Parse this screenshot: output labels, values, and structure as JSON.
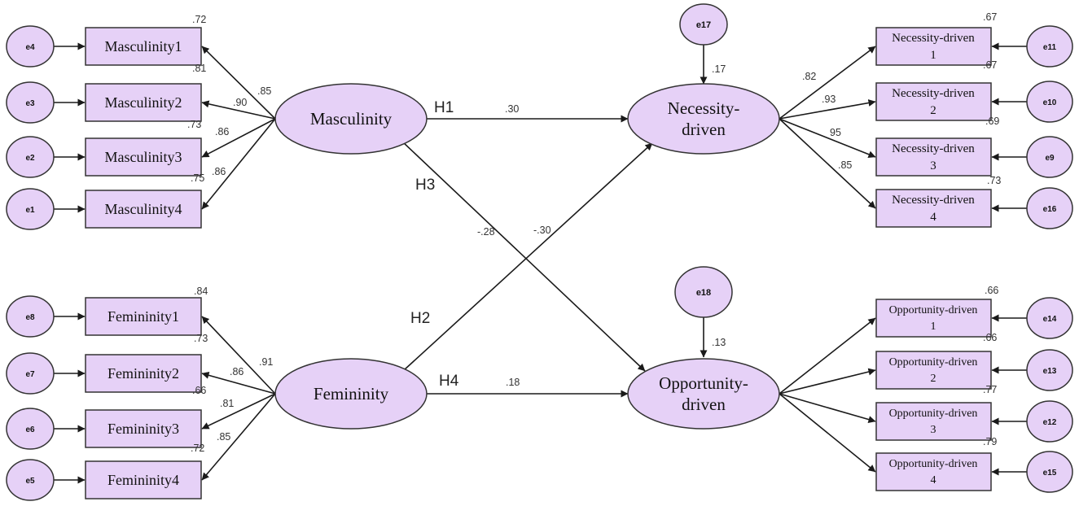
{
  "latents": {
    "masculinity": "Masculinity",
    "femininity": "Femininity",
    "necessity": [
      "Necessity-",
      "driven"
    ],
    "opportunity": [
      "Opportunity-",
      "driven"
    ]
  },
  "masculinity_items": [
    {
      "label": "Masculinity1",
      "error": "e4",
      "r2": ".72",
      "loading": ".85"
    },
    {
      "label": "Masculinity2",
      "error": "e3",
      "r2": ".81",
      "loading": ".90"
    },
    {
      "label": "Masculinity3",
      "error": "e2",
      "r2": ".73",
      "loading": ".86"
    },
    {
      "label": "Masculinity4",
      "error": "e1",
      "r2": ".75",
      "loading": ".86"
    }
  ],
  "femininity_items": [
    {
      "label": "Femininity1",
      "error": "e8",
      "r2": ".84",
      "loading": ".91"
    },
    {
      "label": "Femininity2",
      "error": "e7",
      "r2": ".73",
      "loading": ".86"
    },
    {
      "label": "Femininity3",
      "error": "e6",
      "r2": ".66",
      "loading": ".81"
    },
    {
      "label": "Femininity4",
      "error": "e5",
      "r2": ".72",
      "loading": ".85"
    }
  ],
  "necessity_items": [
    {
      "label": [
        "Necessity-driven",
        "1"
      ],
      "error": "e11",
      "r2": ".67",
      "loading": ".82"
    },
    {
      "label": [
        "Necessity-driven",
        "2"
      ],
      "error": "e10",
      "r2": ".67",
      "loading": ".93"
    },
    {
      "label": [
        "Necessity-driven",
        "3"
      ],
      "error": "e9",
      "r2": ".69",
      "loading": "95"
    },
    {
      "label": [
        "Necessity-driven",
        "4"
      ],
      "error": "e16",
      "r2": ".73",
      "loading": ".85"
    }
  ],
  "opportunity_items": [
    {
      "label": [
        "Opportunity-driven",
        "1"
      ],
      "error": "e14",
      "r2": ".66"
    },
    {
      "label": [
        "Opportunity-driven",
        "2"
      ],
      "error": "e13",
      "r2": ".66"
    },
    {
      "label": [
        "Opportunity-driven",
        "3"
      ],
      "error": "e12",
      "r2": ".77"
    },
    {
      "label": [
        "Opportunity-driven",
        "4"
      ],
      "error": "e15",
      "r2": ".79"
    }
  ],
  "disturbances": {
    "necessity": {
      "name": "e17",
      "r2": ".17"
    },
    "opportunity": {
      "name": "e18",
      "r2": ".13"
    }
  },
  "paths": {
    "h1": {
      "label": "H1",
      "coef": ".30"
    },
    "h2": {
      "label": "H2",
      "coef": "-.30"
    },
    "h3": {
      "label": "H3",
      "coef": "-.28"
    },
    "h4": {
      "label": "H4",
      "coef": ".18"
    }
  },
  "colors": {
    "fill": "#e6d1f7",
    "stroke": "#333333"
  }
}
